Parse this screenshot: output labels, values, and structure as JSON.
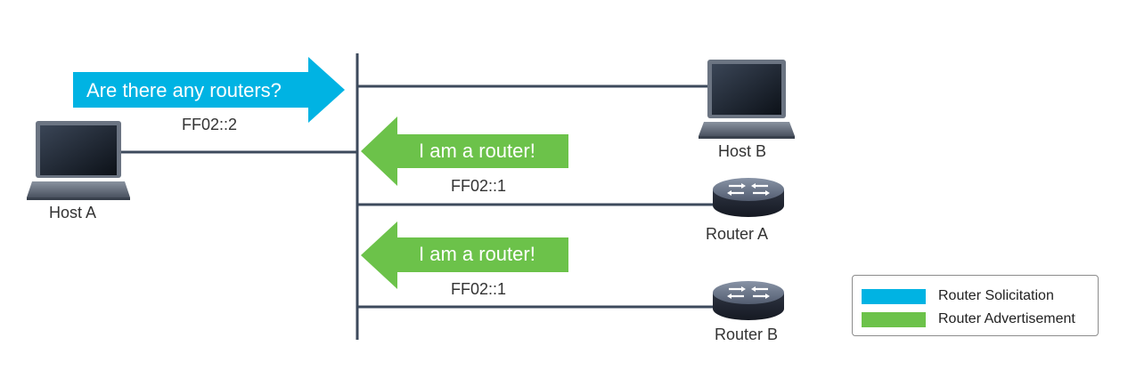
{
  "colors": {
    "solicitation": "#00b3e3",
    "advertisement": "#6cc24a",
    "line": "#3d4a5c",
    "text": "#333333"
  },
  "arrows": {
    "solicitation": {
      "text": "Are there any routers?",
      "address": "FF02::2"
    },
    "advertisement_a": {
      "text": "I am a router!",
      "address": "FF02::1"
    },
    "advertisement_b": {
      "text": "I am a router!",
      "address": "FF02::1"
    }
  },
  "devices": {
    "host_a": {
      "label": "Host A",
      "icon": "laptop-icon"
    },
    "host_b": {
      "label": "Host B",
      "icon": "laptop-icon"
    },
    "router_a": {
      "label": "Router A",
      "icon": "router-icon"
    },
    "router_b": {
      "label": "Router B",
      "icon": "router-icon"
    }
  },
  "legend": {
    "items": [
      {
        "label": "Router Solicitation",
        "color": "#00b3e3"
      },
      {
        "label": "Router Advertisement",
        "color": "#6cc24a"
      }
    ]
  }
}
